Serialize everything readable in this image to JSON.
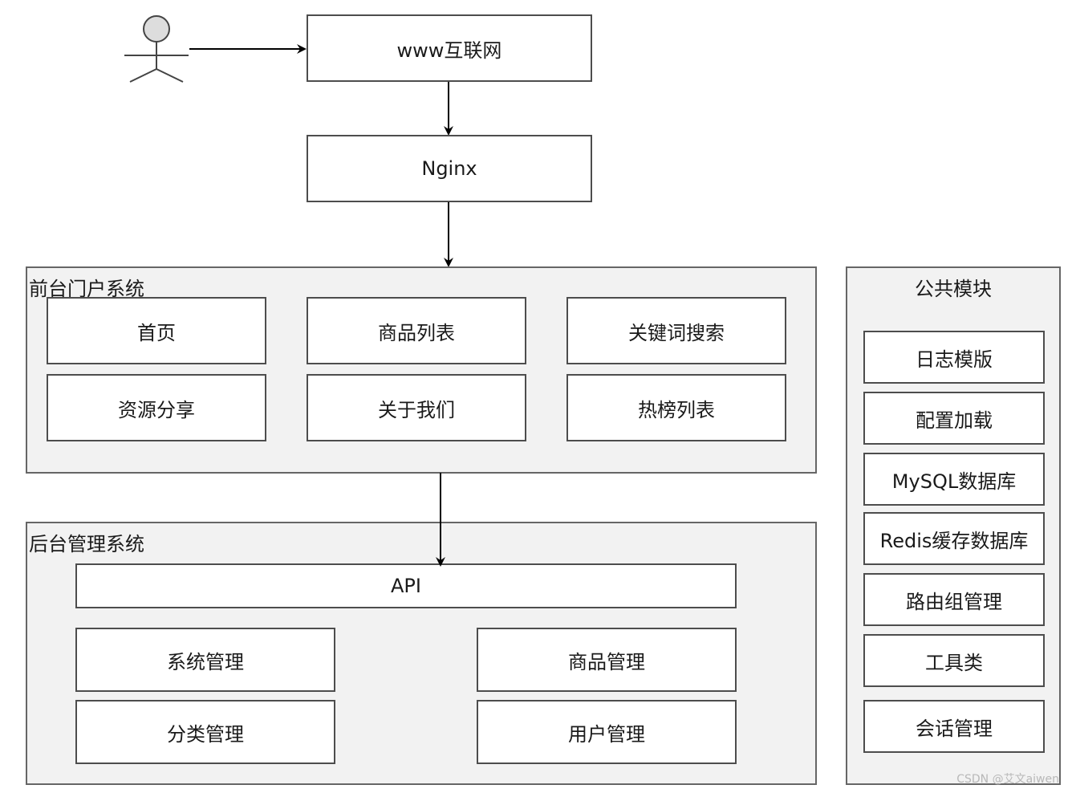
{
  "nodes": {
    "internet": "www互联网",
    "nginx": "Nginx"
  },
  "frontend": {
    "title": "前台门户系统",
    "items": [
      "首页",
      "商品列表",
      "关键词搜索",
      "资源分享",
      "关于我们",
      "热榜列表"
    ]
  },
  "backend": {
    "title": "后台管理系统",
    "api": "API",
    "items": [
      "系统管理",
      "商品管理",
      "分类管理",
      "用户管理"
    ]
  },
  "common": {
    "title": "公共模块",
    "items": [
      "日志模版",
      "配置加载",
      "MySQL数据库",
      "Redis缓存数据库",
      "路由组管理",
      "工具类",
      "会话管理"
    ]
  },
  "watermark": "CSDN @艾文aiwen",
  "colors": {
    "border": "#4d4d4d",
    "group_fill": "#f2f2f2",
    "arrow": "#000000",
    "actor": "#dddddd"
  }
}
